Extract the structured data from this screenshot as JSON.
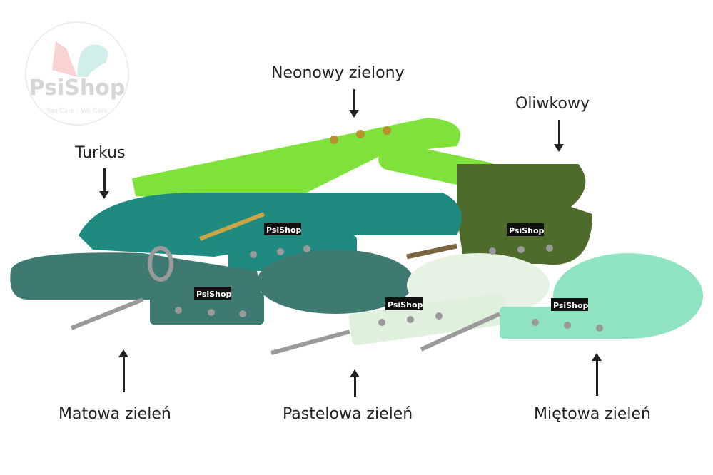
{
  "logo": {
    "brand": "PsiShop",
    "tagline": "You Care - We Care"
  },
  "labels": {
    "neon": "Neonowy zielony",
    "olive": "Oliwkowy",
    "turquoise": "Turkus",
    "matte": "Matowa zieleń",
    "pastel": "Pastelowa zieleń",
    "mint": "Miętowa zieleń"
  },
  "product_tag": "PsiShop",
  "colors": {
    "neon": "#7ee23a",
    "olive": "#4f6b2c",
    "turquoise": "#1f8a7f",
    "matte": "#3f7a72",
    "pastel": "#dff0dd",
    "mint": "#8fe3c0"
  }
}
